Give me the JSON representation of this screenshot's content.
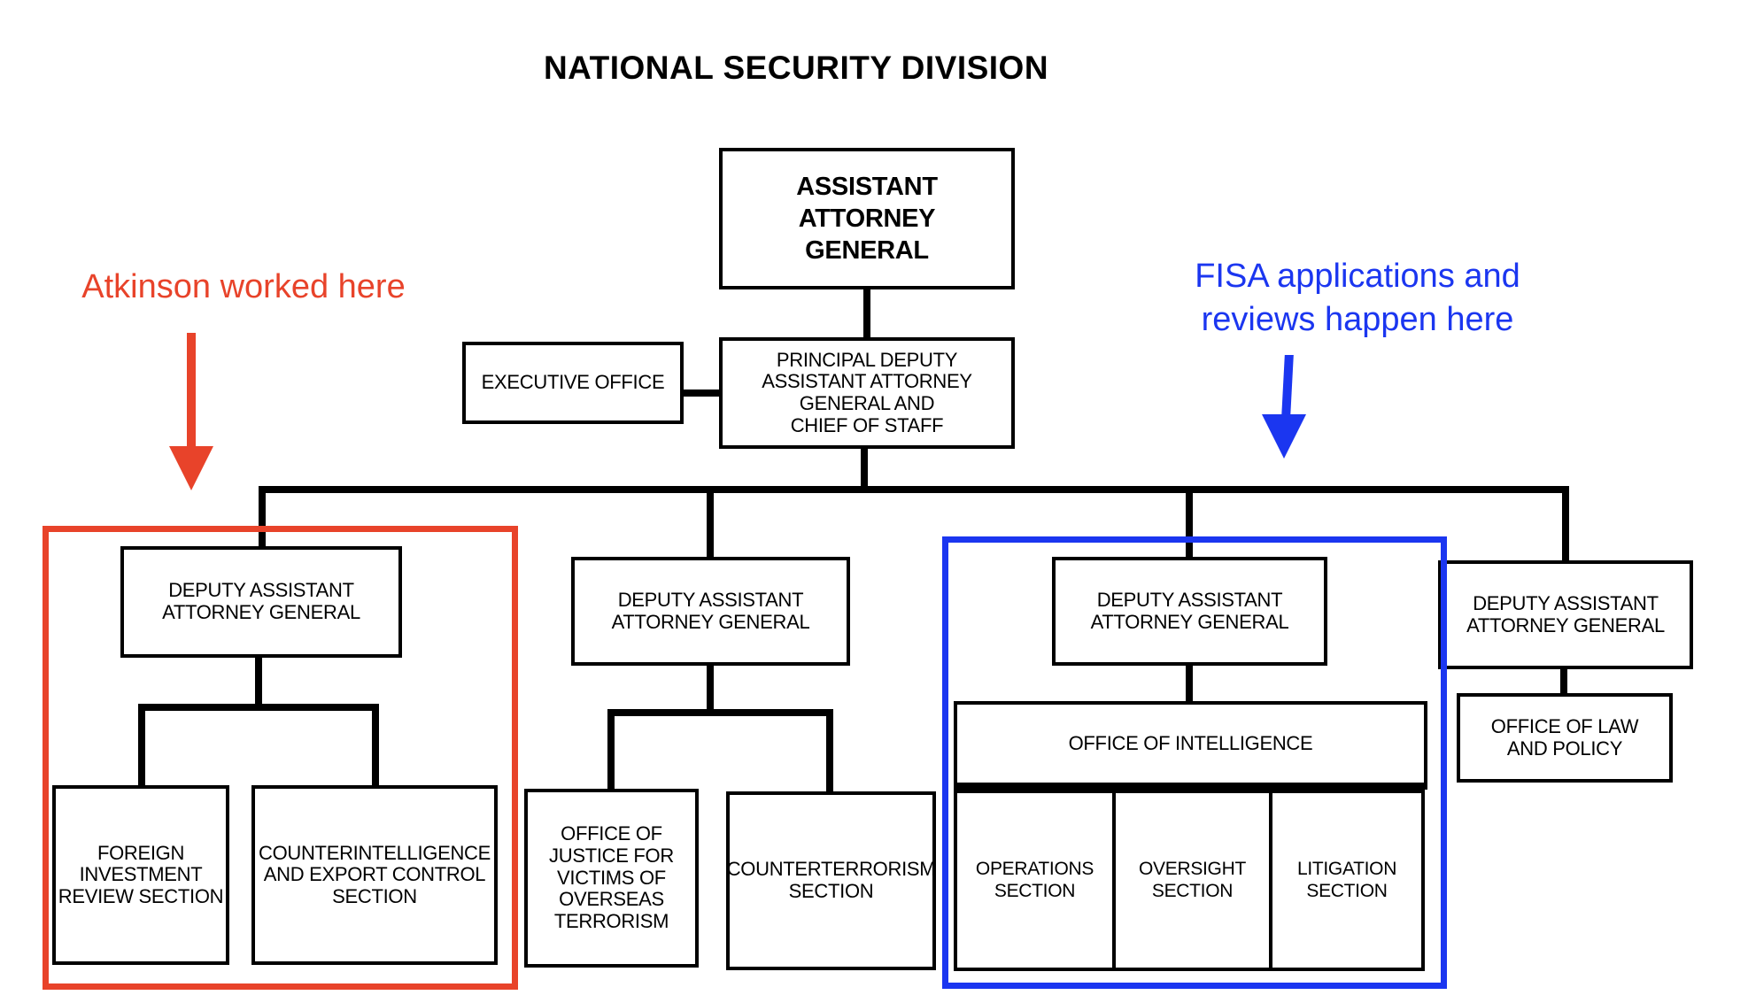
{
  "title": "NATIONAL SECURITY DIVISION",
  "colors": {
    "red_highlight": "#E8432A",
    "blue_highlight": "#1B36F0",
    "ink": "#000000"
  },
  "top": {
    "aag": "ASSISTANT\nATTORNEY\nGENERAL",
    "principal_deputy": "PRINCIPAL DEPUTY\nASSISTANT ATTORNEY\nGENERAL AND\nCHIEF OF STAFF",
    "executive_office": "EXECUTIVE OFFICE"
  },
  "branches": [
    {
      "head": "DEPUTY ASSISTANT\nATTORNEY GENERAL",
      "units": [
        "FOREIGN\nINVESTMENT\nREVIEW SECTION",
        "COUNTERINTELLIGENCE\nAND EXPORT CONTROL\nSECTION"
      ]
    },
    {
      "head": "DEPUTY ASSISTANT\nATTORNEY GENERAL",
      "units": [
        "OFFICE OF\nJUSTICE FOR\nVICTIMS OF\nOVERSEAS\nTERRORISM",
        "COUNTERTERRORISM\nSECTION"
      ]
    },
    {
      "head": "DEPUTY ASSISTANT\nATTORNEY GENERAL",
      "office": "OFFICE OF INTELLIGENCE",
      "units": [
        "OPERATIONS\nSECTION",
        "OVERSIGHT\nSECTION",
        "LITIGATION\nSECTION"
      ]
    },
    {
      "head": "DEPUTY ASSISTANT\nATTORNEY GENERAL",
      "units": [
        "OFFICE OF LAW\nAND POLICY"
      ]
    }
  ],
  "annotations": {
    "red": "Atkinson worked here",
    "blue": "FISA applications and\nreviews happen here"
  }
}
